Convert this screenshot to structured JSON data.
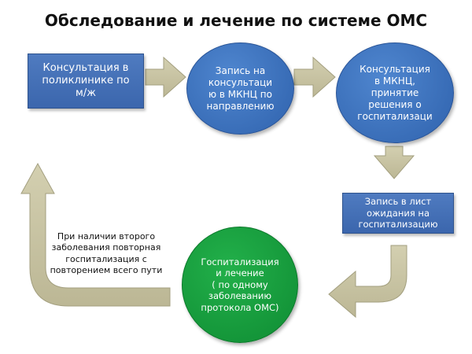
{
  "title": "Обследование и лечение по системе ОМС",
  "nodes": {
    "step1": "Консультация в\nполиклинике по\nм/ж",
    "step2": "Запись на\nконсультаци\nю в МКНЦ по\nнаправлению",
    "step3": "Консультация\nв МКНЦ,\nпринятие\nрешения о\nгоспитализаци",
    "step4": "Запись в лист\nожидания на\nгоспитализацию",
    "step5": "Госпитализация\nи лечение\n( по одному\nзаболеванию\nпротокола ОМС)"
  },
  "note": "При наличии второго\nзаболевания повторная\nгоспитализация с\nповторением всего пути",
  "colors": {
    "box": "#3b66ad",
    "circle_blue": "#3a6fbf",
    "circle_green": "#14a03e",
    "arrow_fill": "#c9c4a2",
    "arrow_stroke": "#a39f7f"
  }
}
